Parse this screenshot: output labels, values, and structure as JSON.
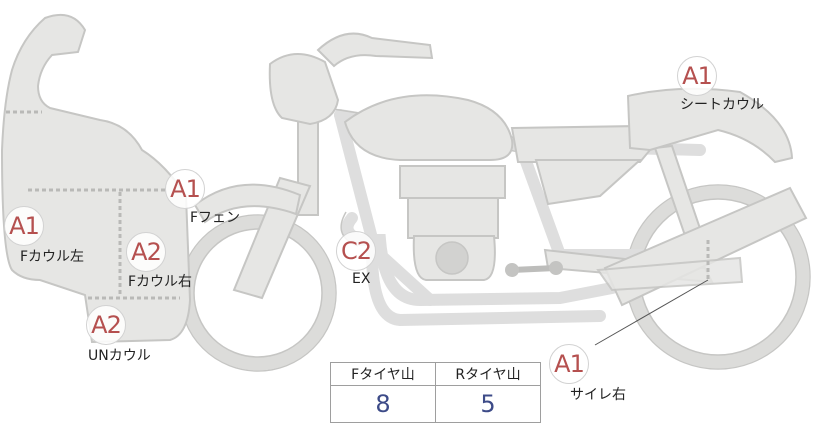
{
  "parts": [
    {
      "id": "front-cowl-left",
      "grade": "A1",
      "label": "Fカウル左"
    },
    {
      "id": "front-cowl-right",
      "grade": "A2",
      "label": "Fカウル右"
    },
    {
      "id": "under-cowl",
      "grade": "A2",
      "label": "UNカウル"
    },
    {
      "id": "front-fender",
      "grade": "A1",
      "label": "Fフェン"
    },
    {
      "id": "exhaust",
      "grade": "C2",
      "label": "EX"
    },
    {
      "id": "seat-cowl",
      "grade": "A1",
      "label": "シートカウル"
    },
    {
      "id": "silencer-right",
      "grade": "A1",
      "label": "サイレ右"
    }
  ],
  "tire_table": {
    "front_header": "Fタイヤ山",
    "rear_header": "Rタイヤ山",
    "front_value": "8",
    "rear_value": "5"
  }
}
